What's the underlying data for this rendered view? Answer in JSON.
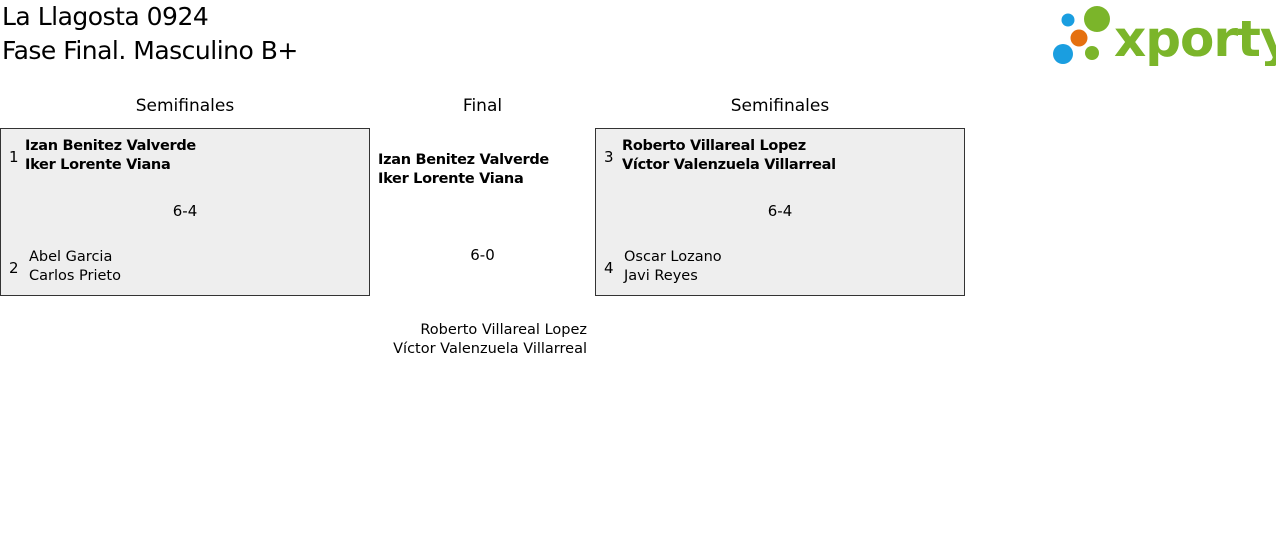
{
  "header": {
    "title": "La Llagosta 0924",
    "subtitle": "Fase Final. Masculino B+",
    "logo_text": "xporty"
  },
  "colors": {
    "logo_green": "#7bb52a",
    "logo_blue": "#1a9ee0",
    "logo_orange": "#e5700f",
    "box_bg": "#eeeeee"
  },
  "rounds": {
    "left": "Semifinales",
    "center": "Final",
    "right": "Semifinales"
  },
  "semifinal_left": {
    "team1": {
      "seed": "1",
      "p1": "Izan Benitez Valverde",
      "p2": "Iker Lorente Viana"
    },
    "team2": {
      "seed": "2",
      "p1": "Abel Garcia",
      "p2": "Carlos Prieto"
    },
    "score": "6-4"
  },
  "semifinal_right": {
    "team1": {
      "seed": "3",
      "p1": "Roberto Villareal Lopez",
      "p2": "Víctor Valenzuela Villarreal"
    },
    "team2": {
      "seed": "4",
      "p1": "Oscar Lozano",
      "p2": "Javi Reyes"
    },
    "score": "6-4"
  },
  "final": {
    "team1": {
      "p1": "Izan Benitez Valverde",
      "p2": "Iker Lorente Viana"
    },
    "team2": {
      "p1": "Roberto Villareal Lopez",
      "p2": "Víctor Valenzuela Villarreal"
    },
    "score": "6-0"
  }
}
